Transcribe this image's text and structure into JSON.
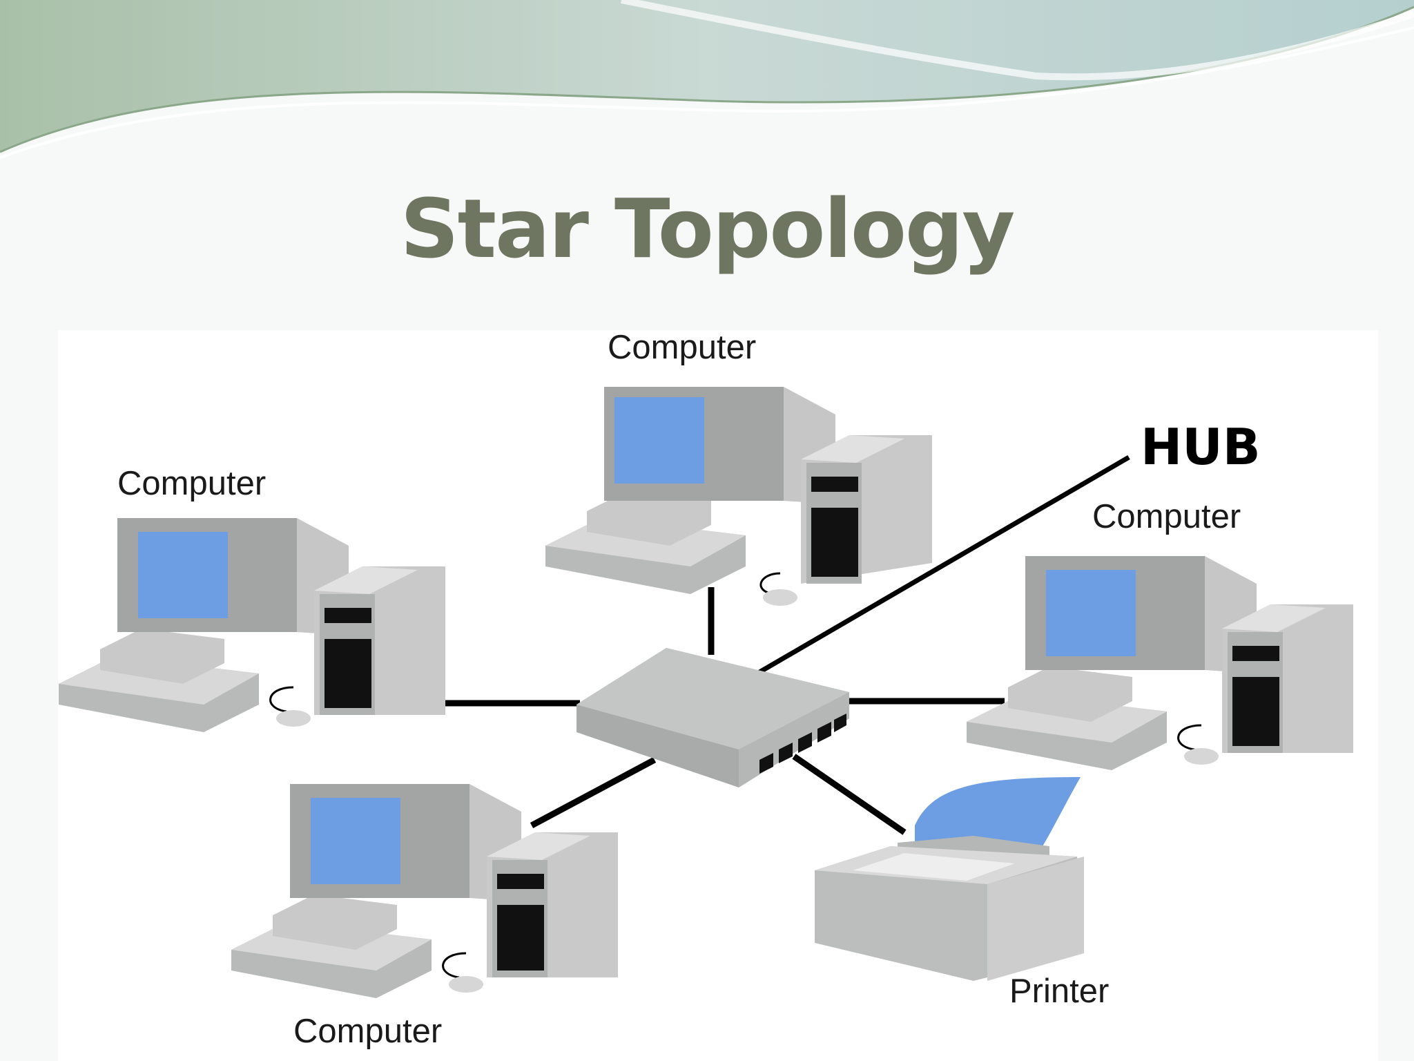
{
  "slide": {
    "title": "Star Topology"
  },
  "diagram": {
    "hub_label": "HUB",
    "nodes": [
      {
        "id": "top",
        "label": "Computer",
        "type": "computer"
      },
      {
        "id": "left",
        "label": "Computer",
        "type": "computer"
      },
      {
        "id": "right",
        "label": "Computer",
        "type": "computer"
      },
      {
        "id": "bottom-left",
        "label": "Computer",
        "type": "computer"
      },
      {
        "id": "printer",
        "label": "Printer",
        "type": "printer"
      }
    ]
  },
  "colors": {
    "title": "#6e7560",
    "screen": "#6d9ee3",
    "device_gray": "#a9aaaa",
    "device_light": "#d6d6d6",
    "cable": "#000000"
  }
}
